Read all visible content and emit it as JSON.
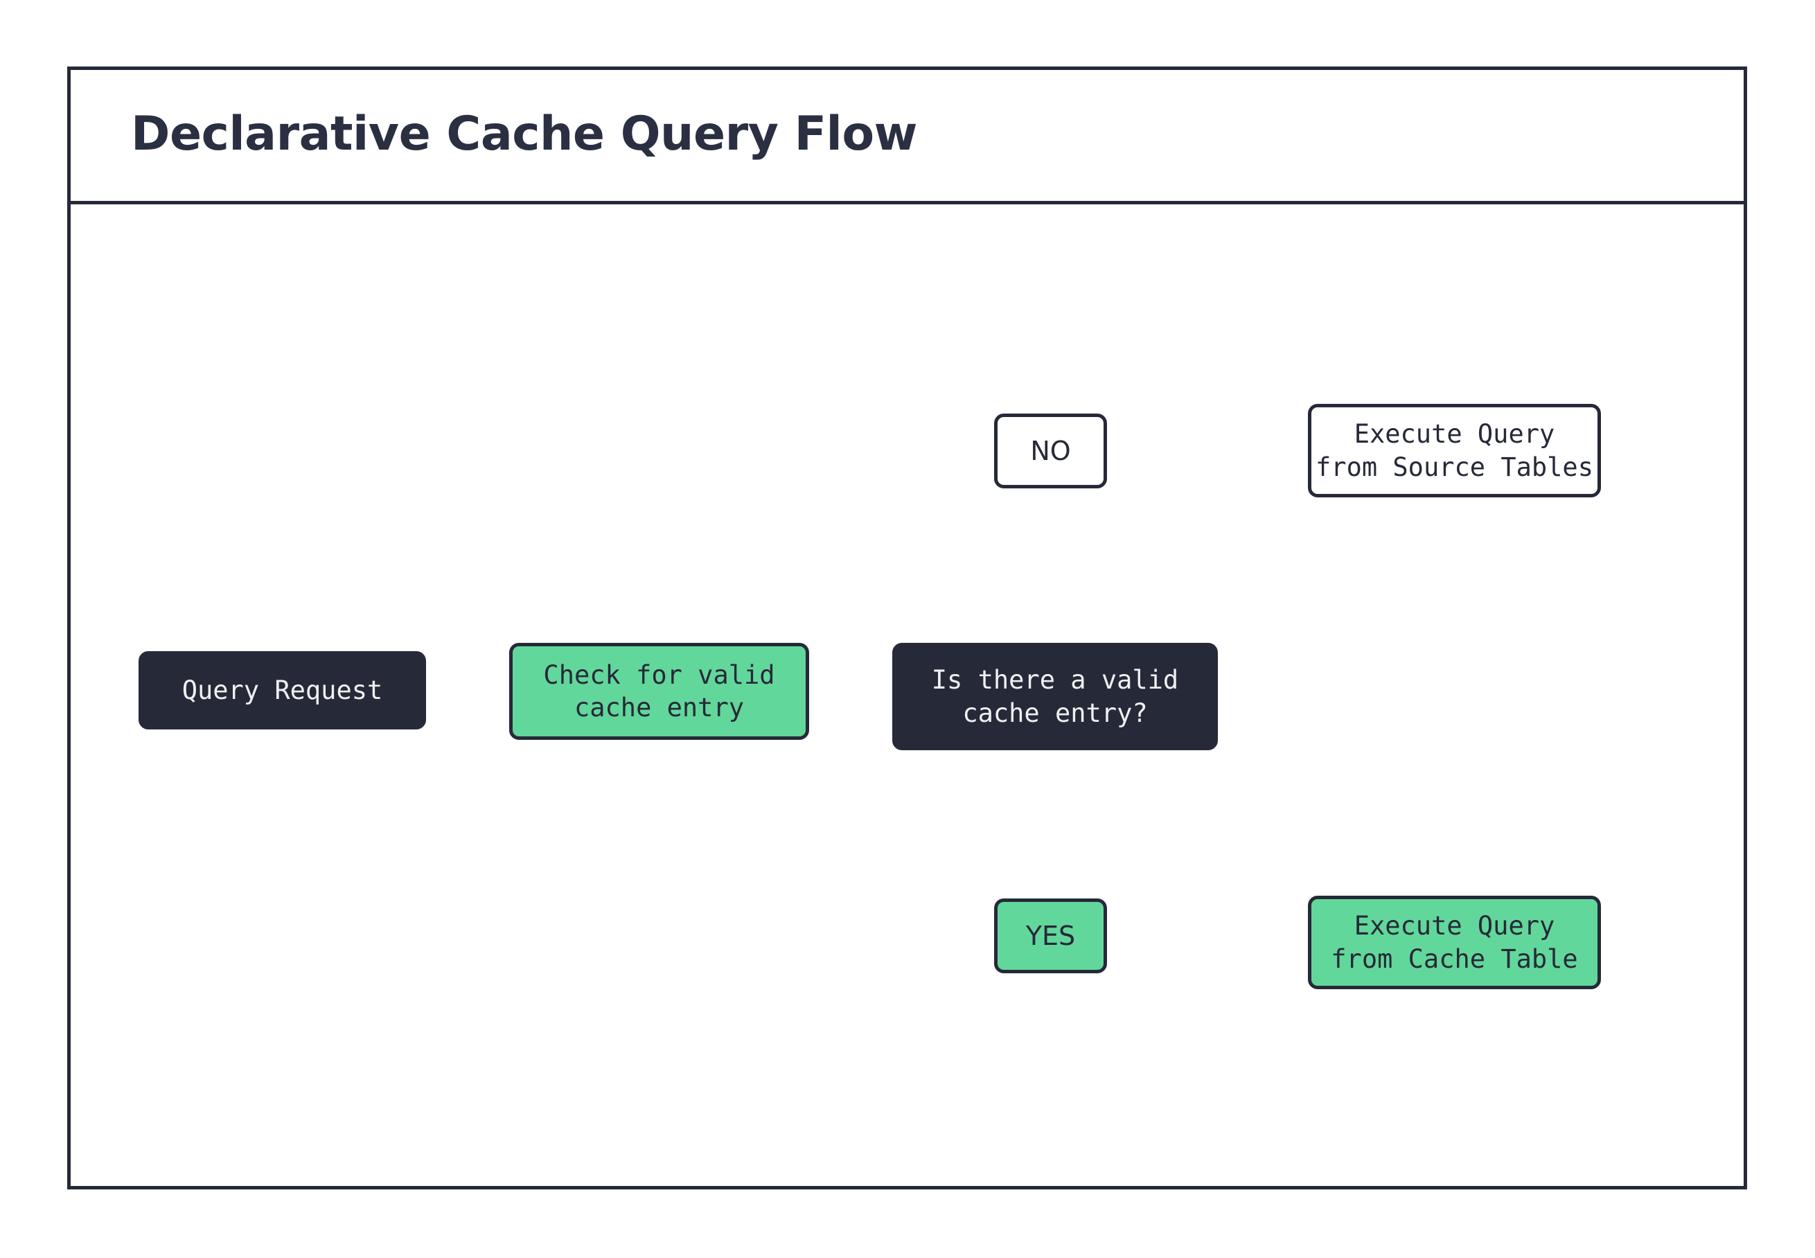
{
  "diagram": {
    "title": "Declarative Cache Query Flow",
    "type": "flowchart",
    "colors": {
      "dark": "#262938",
      "green": "#62d79b",
      "white": "#ffffff",
      "title_text": "#2b2f42"
    },
    "nodes": {
      "query_request": {
        "label": "Query Request",
        "style": "dark"
      },
      "check_cache": {
        "label": "Check for valid\ncache entry",
        "style": "green"
      },
      "decision": {
        "label": "Is there a valid\ncache entry?",
        "style": "dark"
      },
      "source_tables": {
        "label": "Execute Query\nfrom Source Tables",
        "style": "white",
        "container": "database-cylinder"
      },
      "cache_table": {
        "label": "Execute Query\nfrom Cache Table",
        "style": "green",
        "container": "database-cylinder"
      }
    },
    "edge_labels": {
      "no": {
        "label": "NO",
        "style": "white"
      },
      "yes": {
        "label": "YES",
        "style": "green"
      }
    },
    "edges": [
      {
        "from": "query_request",
        "to": "check_cache",
        "label": ""
      },
      {
        "from": "check_cache",
        "to": "decision",
        "label": ""
      },
      {
        "from": "decision",
        "to": "source_tables",
        "label": "NO"
      },
      {
        "from": "decision",
        "to": "cache_table",
        "label": "YES"
      }
    ]
  }
}
